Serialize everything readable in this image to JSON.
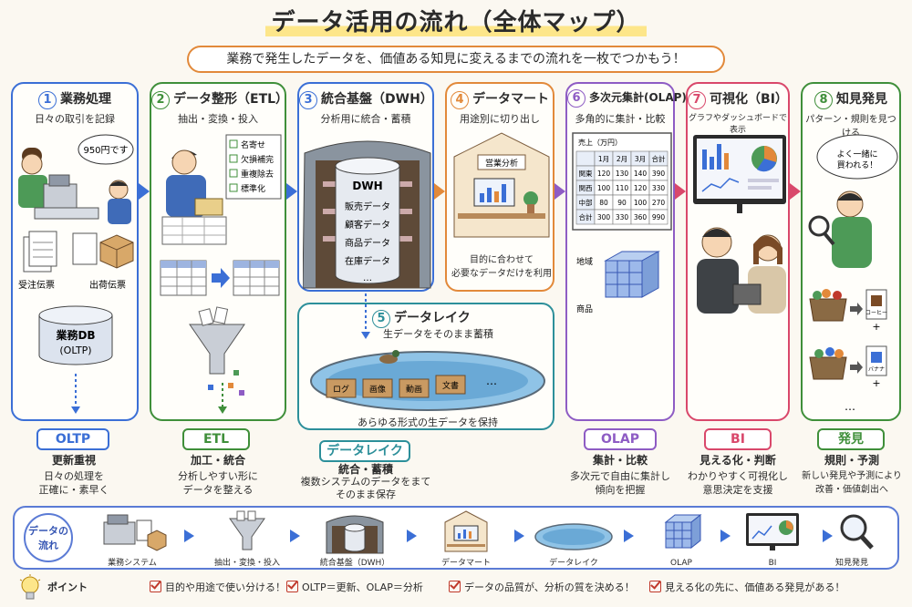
{
  "title": "データ活用の流れ（全体マップ）",
  "subtitle": "業務で発生したデータを、価値ある知見に変えるまでの流れを一枚でつかもう！",
  "colors": {
    "c1": "#3b6fd6",
    "c2": "#3f8f3a",
    "c3": "#3b6fd6",
    "c4": "#e2893a",
    "c5": "#2c8f9a",
    "c6": "#8e5cc4",
    "c7": "#d9486b",
    "c8": "#3f8f3a"
  },
  "stages": [
    {
      "num": "1",
      "title": "業務処理",
      "sub": "日々の取引を記録",
      "speech": "950円です",
      "labels": [
        "受注伝票",
        "出荷伝票"
      ],
      "db": "業務DB",
      "db2": "(OLTP)"
    },
    {
      "num": "2",
      "title": "データ整形（ETL）",
      "sub": "抽出・変換・投入",
      "checks": [
        "名寄せ",
        "欠損補完",
        "重複除去",
        "標準化"
      ]
    },
    {
      "num": "3",
      "title": "統合基盤（DWH）",
      "sub": "分析用に統合・蓄積",
      "dwh": "DWH",
      "dwh_items": [
        "販売データ",
        "顧客データ",
        "商品データ",
        "在庫データ",
        "…"
      ]
    },
    {
      "num": "4",
      "title": "データマート",
      "sub": "用途別に切り出し",
      "sign": "営業分析",
      "desc1": "目的に合わせて",
      "desc2": "必要なデータだけを利用"
    },
    {
      "num": "5",
      "title": "データレイク",
      "sub": "生データをそのまま蓄積",
      "boxes": [
        "ログ",
        "画像",
        "動画",
        "文書",
        "…"
      ],
      "caption": "あらゆる形式の生データを保持"
    },
    {
      "num": "6",
      "title": "多次元集計(OLAP)",
      "sub": "多角的に集計・比較",
      "table_title": "売上（万円）",
      "table_head": [
        "",
        "1月",
        "2月",
        "3月",
        "合計"
      ],
      "table_rows": [
        [
          "関東",
          "120",
          "130",
          "140",
          "390"
        ],
        [
          "関西",
          "100",
          "110",
          "120",
          "330"
        ],
        [
          "中部",
          "80",
          "90",
          "100",
          "270"
        ],
        [
          "合計",
          "300",
          "330",
          "360",
          "990"
        ]
      ],
      "axis_y": "地域",
      "axis_x": "商品"
    },
    {
      "num": "7",
      "title": "可視化（BI）",
      "sub": "グラフやダッシュボードで表示"
    },
    {
      "num": "8",
      "title": "知見発見",
      "sub": "パターン・規則を見つける",
      "speech": "よく一緒に買われる！",
      "items": [
        "コーヒー",
        "+",
        "バナナ",
        "+",
        "…"
      ]
    }
  ],
  "legends": [
    {
      "pill": "OLTP",
      "h": "更新重視",
      "l1": "日々の処理を",
      "l2": "正確に・素早く"
    },
    {
      "pill": "ETL",
      "h": "加工・統合",
      "l1": "分析しやすい形に",
      "l2": "データを整える"
    },
    {
      "pill": "データレイク",
      "h": "統合・蓄積",
      "l1": "複数システムのデータをまて",
      "l2": "そのまま保存"
    },
    {
      "pill": "OLAP",
      "h": "集計・比較",
      "l1": "多次元で自由に集計し",
      "l2": "傾向を把握"
    },
    {
      "pill": "BI",
      "h": "見える化・判断",
      "l1": "わかりやすく可視化し",
      "l2": "意思決定を支援"
    },
    {
      "pill": "発見",
      "h": "規則・予測",
      "l1": "新しい発見や予測により",
      "l2": "改善・価値創出へ"
    }
  ],
  "flow": {
    "label1": "データの",
    "label2": "流れ",
    "items": [
      "業務システム",
      "抽出・変換・投入",
      "統合基盤（DWH）",
      "データマート",
      "データレイク",
      "OLAP",
      "BI",
      "知見発見"
    ]
  },
  "points": {
    "label": "ポイント",
    "items": [
      "目的や用途で使い分ける！",
      "OLTP＝更新、OLAP＝分析",
      "データの品質が、分析の質を決める！",
      "見える化の先に、価値ある発見がある！"
    ]
  }
}
